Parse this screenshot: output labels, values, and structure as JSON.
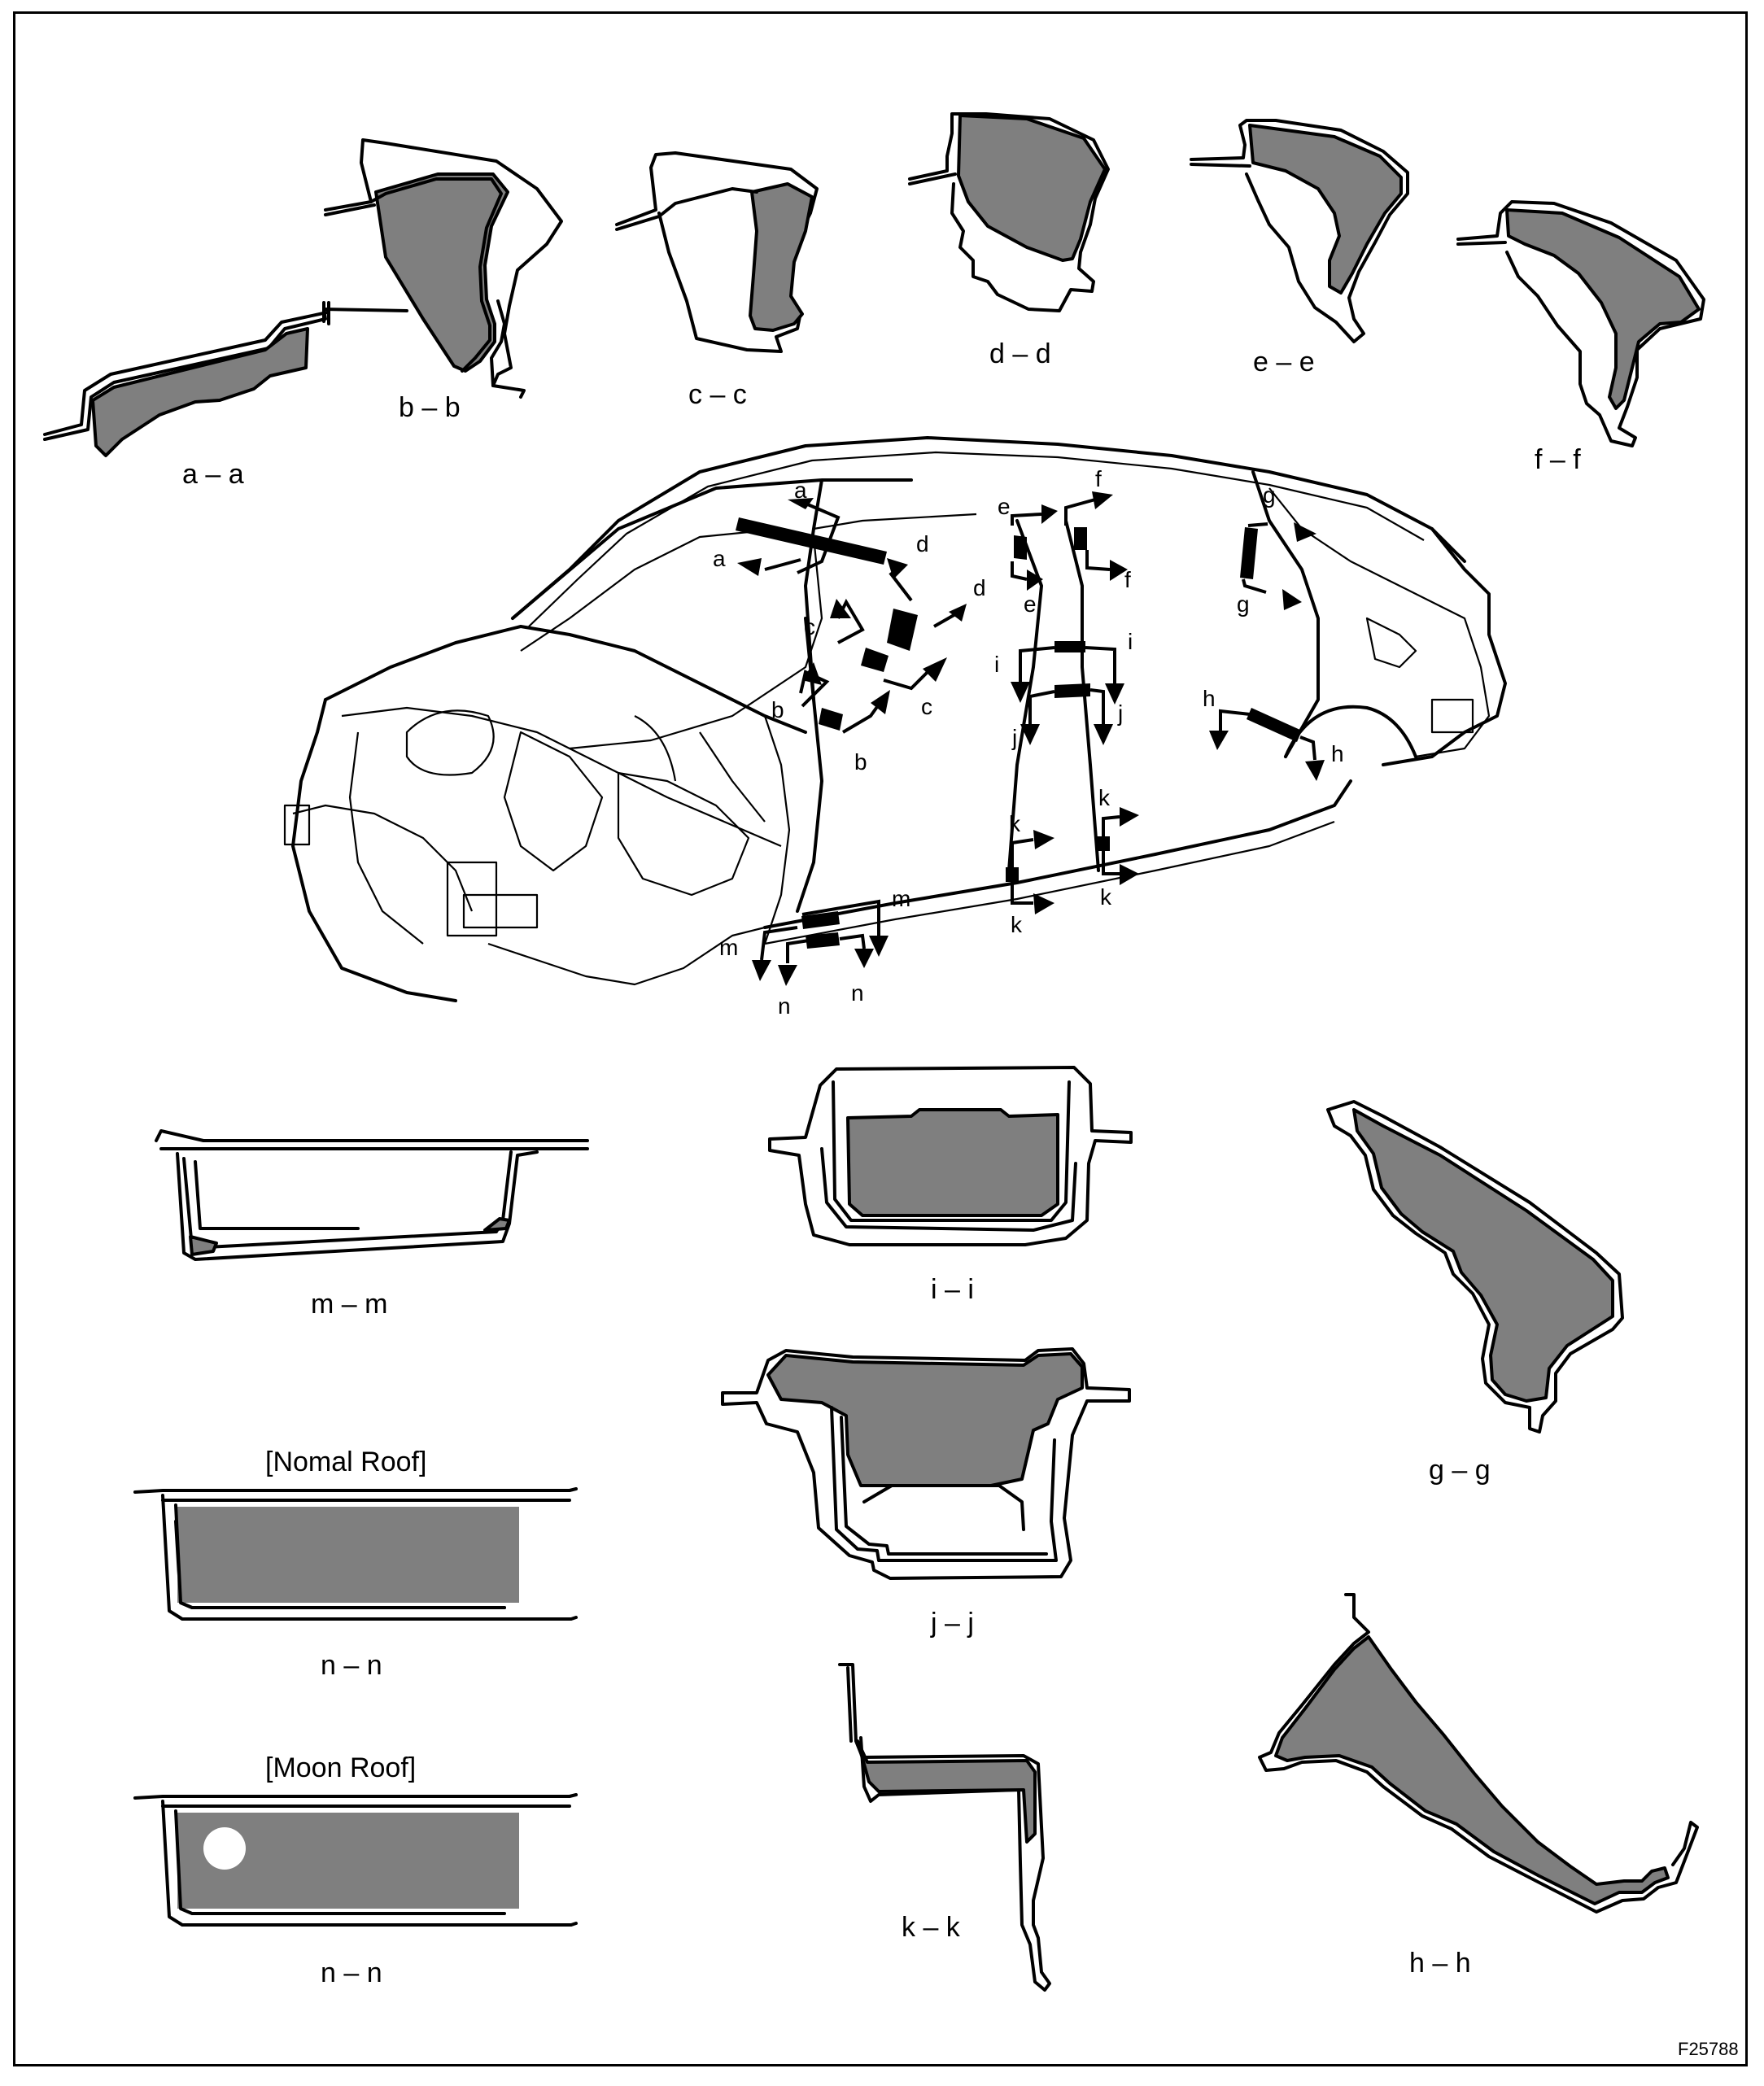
{
  "figure_id": "F25788",
  "colors": {
    "foam": "#7f7f7f",
    "line": "#000000",
    "background": "#ffffff"
  },
  "sections": {
    "aa": "a – a",
    "bb": "b – b",
    "cc": "c – c",
    "dd": "d – d",
    "ee": "e – e",
    "ff": "f – f",
    "gg": "g – g",
    "hh": "h – h",
    "ii": "i – i",
    "jj": "j – j",
    "kk": "k – k",
    "mm": "m – m",
    "nn_normal": "n – n",
    "nn_moon": "n – n"
  },
  "captions": {
    "normal_roof": "[Nomal Roof]",
    "moon_roof": "[Moon Roof]"
  },
  "markers": {
    "a": "a",
    "b": "b",
    "c": "c",
    "d": "d",
    "e": "e",
    "f": "f",
    "g": "g",
    "h": "h",
    "i": "i",
    "j": "j",
    "k": "k",
    "m": "m",
    "n": "n"
  }
}
